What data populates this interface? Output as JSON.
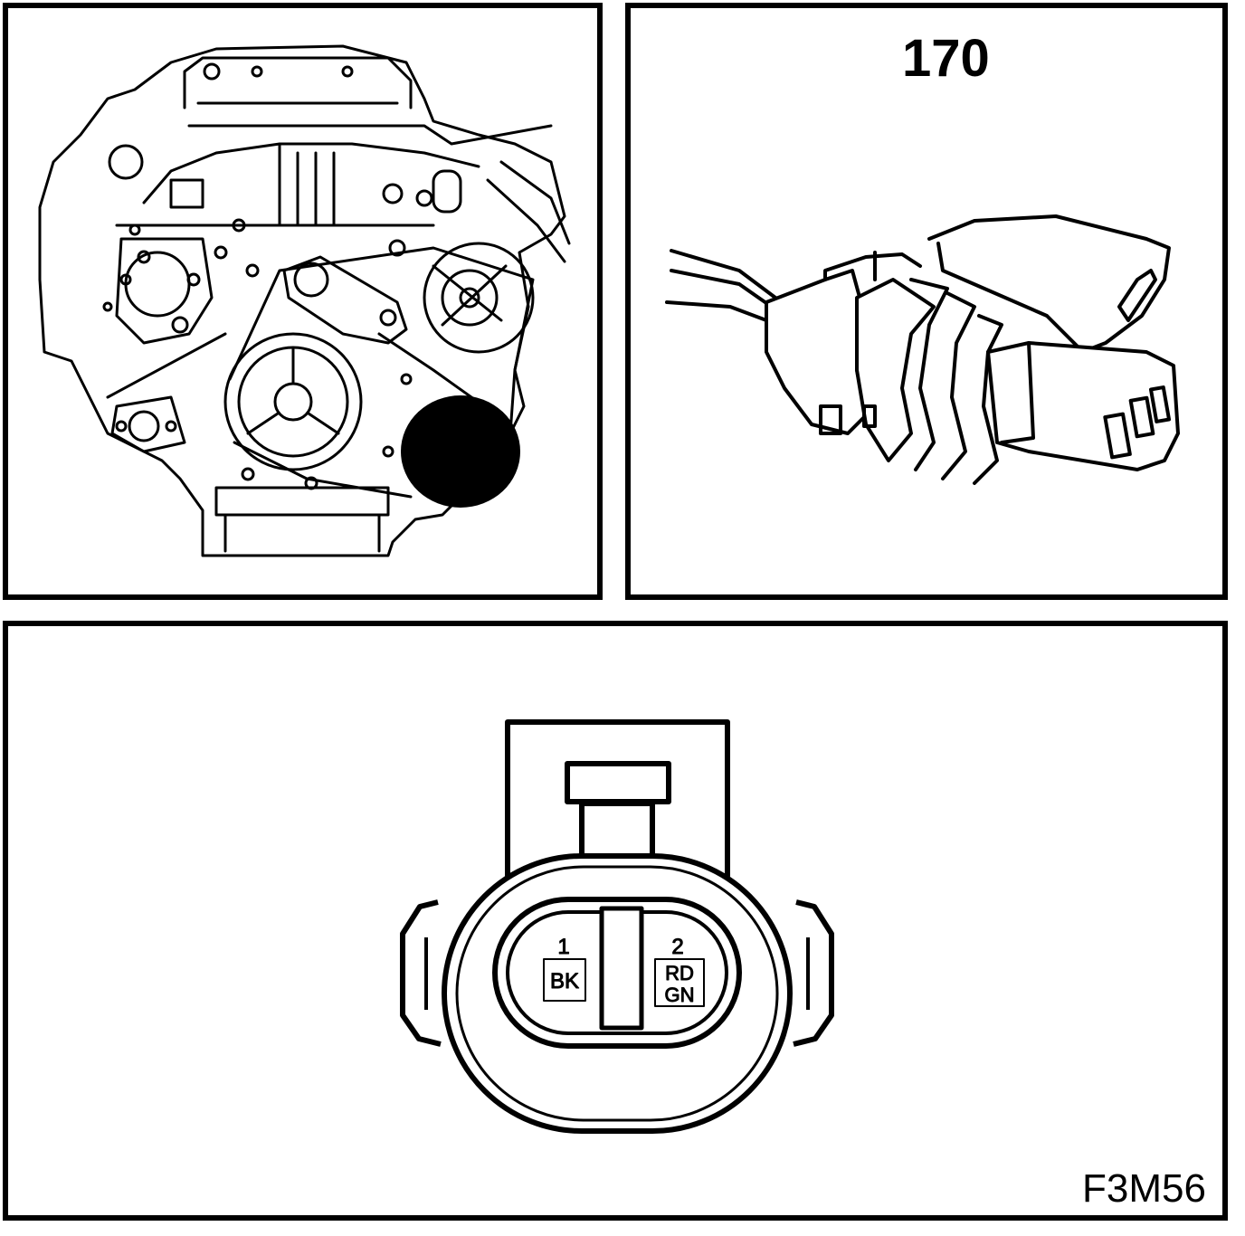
{
  "connector": {
    "number": "170",
    "pins": [
      {
        "number": "1",
        "colors": [
          "BK"
        ]
      },
      {
        "number": "2",
        "colors": [
          "RD",
          "GN"
        ]
      }
    ]
  },
  "figure_code": "F3M56",
  "icons": [
    "engine-drawing",
    "connector-drawing",
    "connector-face-drawing",
    "location-marker-icon"
  ]
}
